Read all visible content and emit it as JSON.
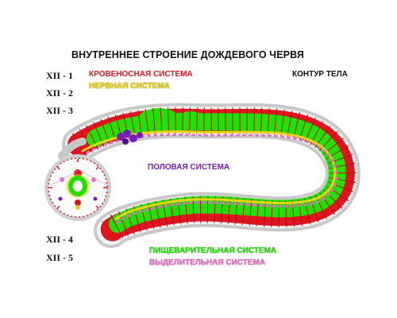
{
  "title": "ВНУТРЕННЕЕ СТРОЕНИЕ ДОЖДЕВОГО ЧЕРВЯ",
  "labels": {
    "blood_system": "КРОВЕНОСНАЯ СИСТЕМА",
    "nervous_system": "НЕРВНАЯ СИСТЕМА",
    "body_contour": "КОНТУР ТЕЛА",
    "reproductive_system": "ПОЛОВАЯ СИСТЕМА",
    "digestive_system": "ПИЩЕВАРИТЕЛЬНАЯ СИСТЕМА",
    "excretory_system": "ВЫДЕЛИТЕЛЬНАЯ СИСТЕМА"
  },
  "plate_codes": [
    "XII - 1",
    "XII - 2",
    "XII - 3",
    "XII - 4",
    "XII - 5"
  ],
  "colors": {
    "blood": "#e0141e",
    "nerve": "#e8d21a",
    "digestive": "#22e000",
    "reproductive": "#7a1ab8",
    "excretory": "#e070c8",
    "contour": "#c8c8c8"
  }
}
